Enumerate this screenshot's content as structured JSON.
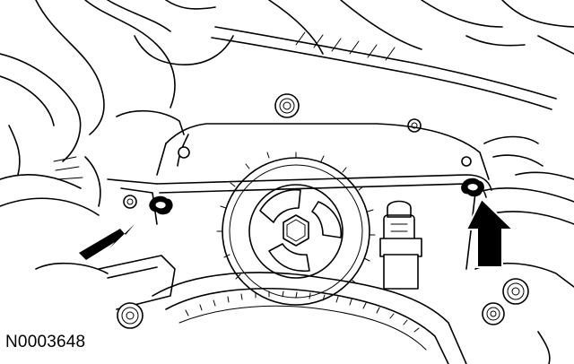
{
  "figure": {
    "id_label": "N0003648"
  },
  "callouts": [
    {
      "icon": "arrow-icon",
      "points_to": "left-seal-joint",
      "fill": "#000000"
    },
    {
      "icon": "arrow-icon",
      "points_to": "right-seal-joint",
      "fill": "#000000"
    }
  ],
  "colors": {
    "line": "#000000",
    "background": "#ffffff"
  }
}
